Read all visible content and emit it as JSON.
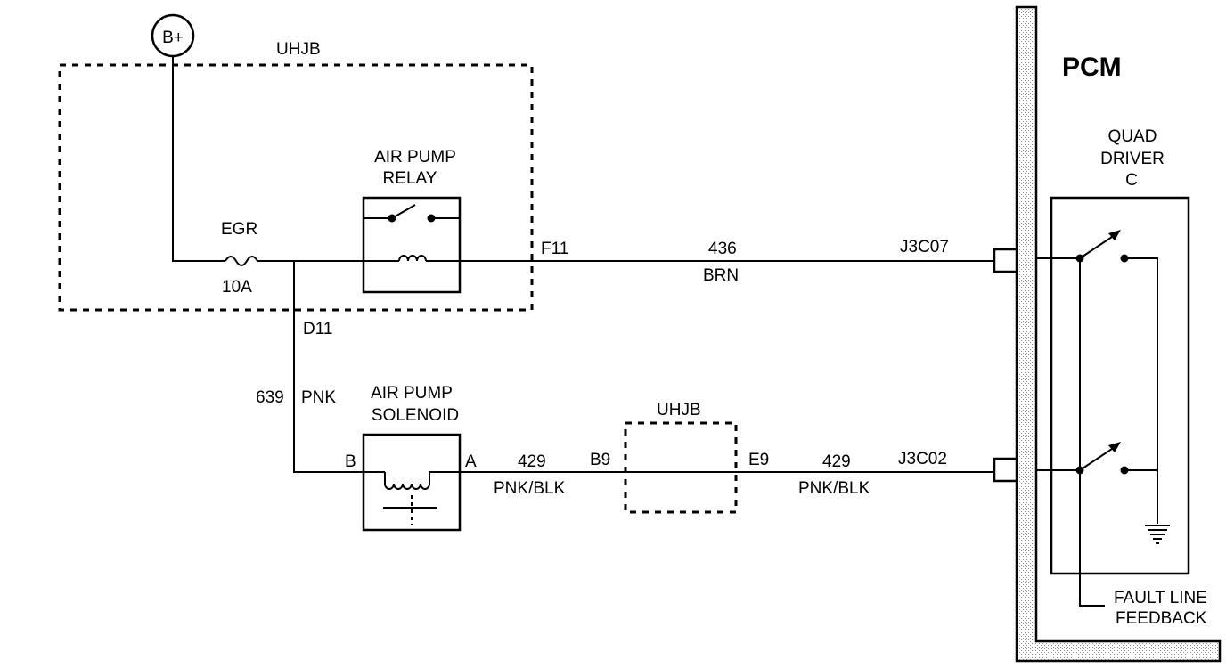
{
  "supply": {
    "label": "B+"
  },
  "junction_block": {
    "label": "UHJB"
  },
  "junction_block_small": {
    "label": "UHJB"
  },
  "fuse": {
    "name": "EGR",
    "rating": "10A"
  },
  "relay": {
    "line1": "AIR PUMP",
    "line2": "RELAY"
  },
  "solenoid": {
    "line1": "AIR PUMP",
    "line2": "SOLENOID",
    "pin_b": "B",
    "pin_a": "A"
  },
  "module": {
    "label": "PCM"
  },
  "driver": {
    "line1": "QUAD",
    "line2": "DRIVER",
    "line3": "C"
  },
  "fault": {
    "line1": "FAULT LINE",
    "line2": "FEEDBACK"
  },
  "connectors": {
    "f11": "F11",
    "d11": "D11",
    "b9": "B9",
    "e9": "E9",
    "j3c07": "J3C07",
    "j3c02": "J3C02"
  },
  "wires": {
    "w436": {
      "circuit": "436",
      "color": "BRN"
    },
    "w639": {
      "circuit": "639",
      "color": "PNK"
    },
    "w429a": {
      "circuit": "429",
      "color": "PNK/BLK"
    },
    "w429b": {
      "circuit": "429",
      "color": "PNK/BLK"
    }
  }
}
